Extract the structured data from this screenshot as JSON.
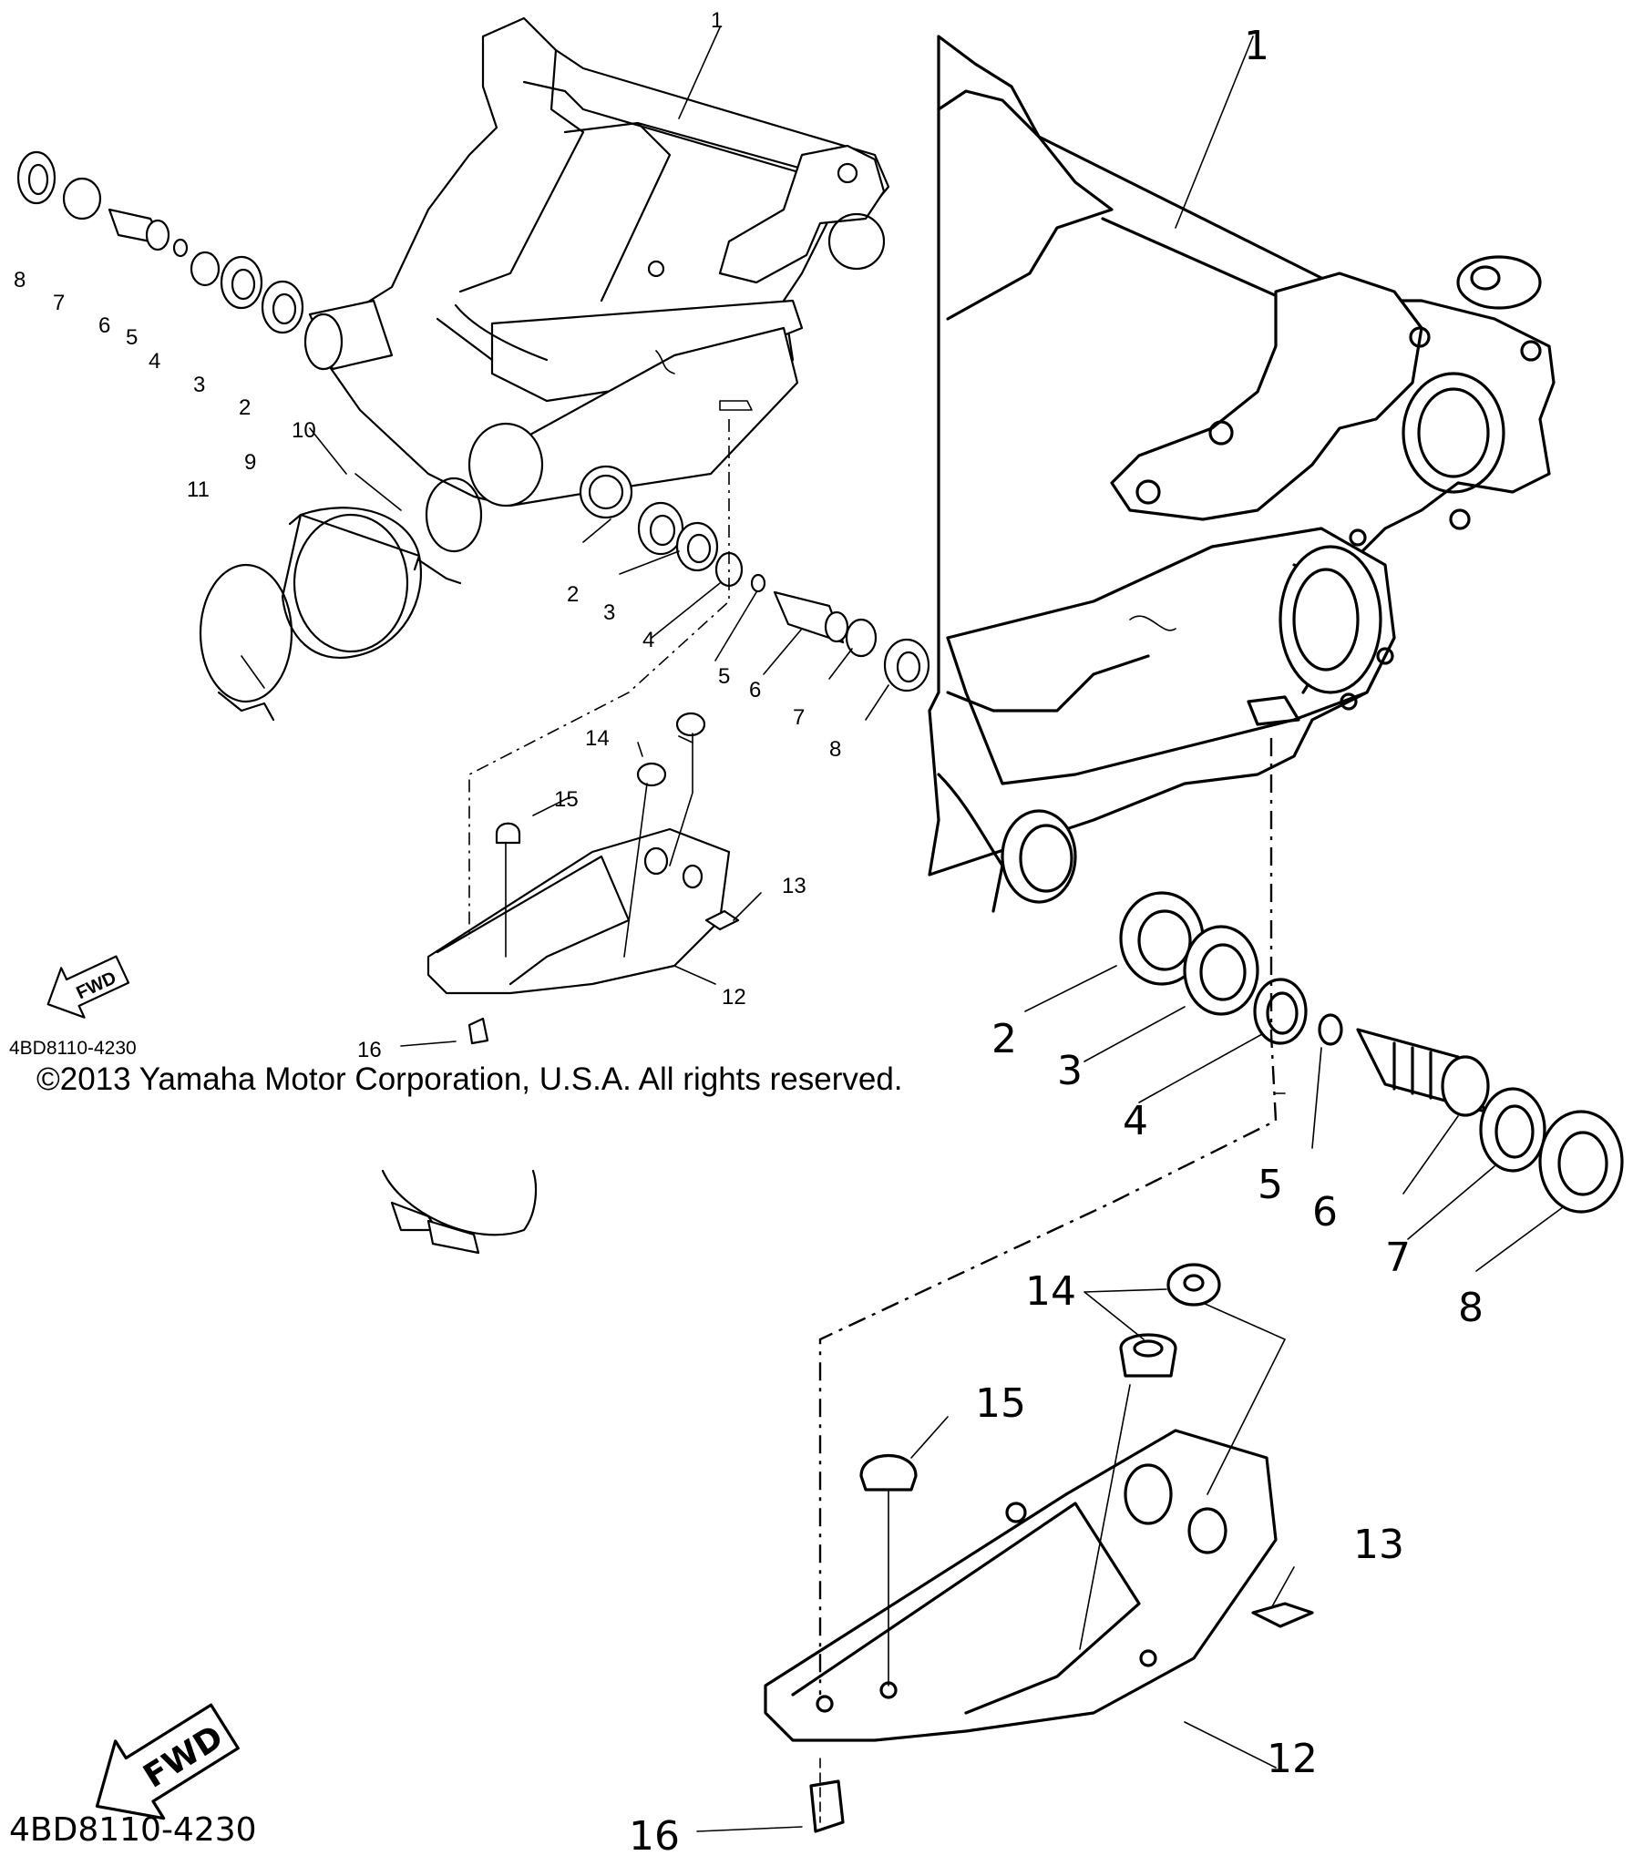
{
  "copyright": "©2013 Yamaha Motor Corporation, U.S.A. All rights reserved.",
  "part_code": "4BD8110-4230",
  "fwd_label": "FWD",
  "callouts": {
    "n1": "1",
    "n2": "2",
    "n3": "3",
    "n4": "4",
    "n5": "5",
    "n6": "6",
    "n7": "7",
    "n8": "8",
    "n9": "9",
    "n10": "10",
    "n11": "11",
    "n12": "12",
    "n13": "13",
    "n14": "14",
    "n15": "15",
    "n16": "16"
  }
}
